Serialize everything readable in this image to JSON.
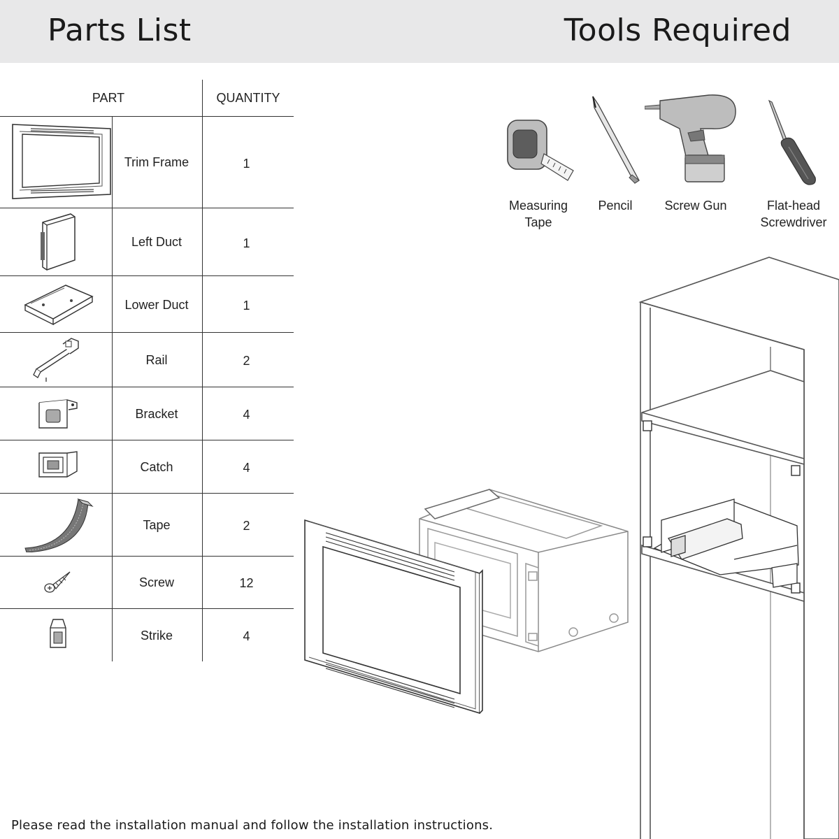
{
  "header": {
    "parts_title": "Parts List",
    "tools_title": "Tools Required"
  },
  "table": {
    "col_part": "PART",
    "col_quantity": "QUANTITY",
    "rows": [
      {
        "name": "Trim Frame",
        "qty": "1",
        "icon": "trim-frame-icon"
      },
      {
        "name": "Left Duct",
        "qty": "1",
        "icon": "left-duct-icon"
      },
      {
        "name": "Lower Duct",
        "qty": "1",
        "icon": "lower-duct-icon"
      },
      {
        "name": "Rail",
        "qty": "2",
        "icon": "rail-icon"
      },
      {
        "name": "Bracket",
        "qty": "4",
        "icon": "bracket-icon"
      },
      {
        "name": "Catch",
        "qty": "4",
        "icon": "catch-icon"
      },
      {
        "name": "Tape",
        "qty": "2",
        "icon": "tape-icon"
      },
      {
        "name": "Screw",
        "qty": "12",
        "icon": "screw-icon"
      },
      {
        "name": "Strike",
        "qty": "4",
        "icon": "strike-icon"
      }
    ]
  },
  "tools": [
    {
      "line1": "Measuring",
      "line2": "Tape",
      "icon": "measuring-tape-icon"
    },
    {
      "line1": "Pencil",
      "line2": "",
      "icon": "pencil-icon"
    },
    {
      "line1": "Screw Gun",
      "line2": "",
      "icon": "screw-gun-icon"
    },
    {
      "line1": "Flat-head",
      "line2": "Screwdriver",
      "icon": "flat-head-screwdriver-icon"
    }
  ],
  "footer": {
    "note": "Please read the installation manual and follow the installation instructions."
  }
}
